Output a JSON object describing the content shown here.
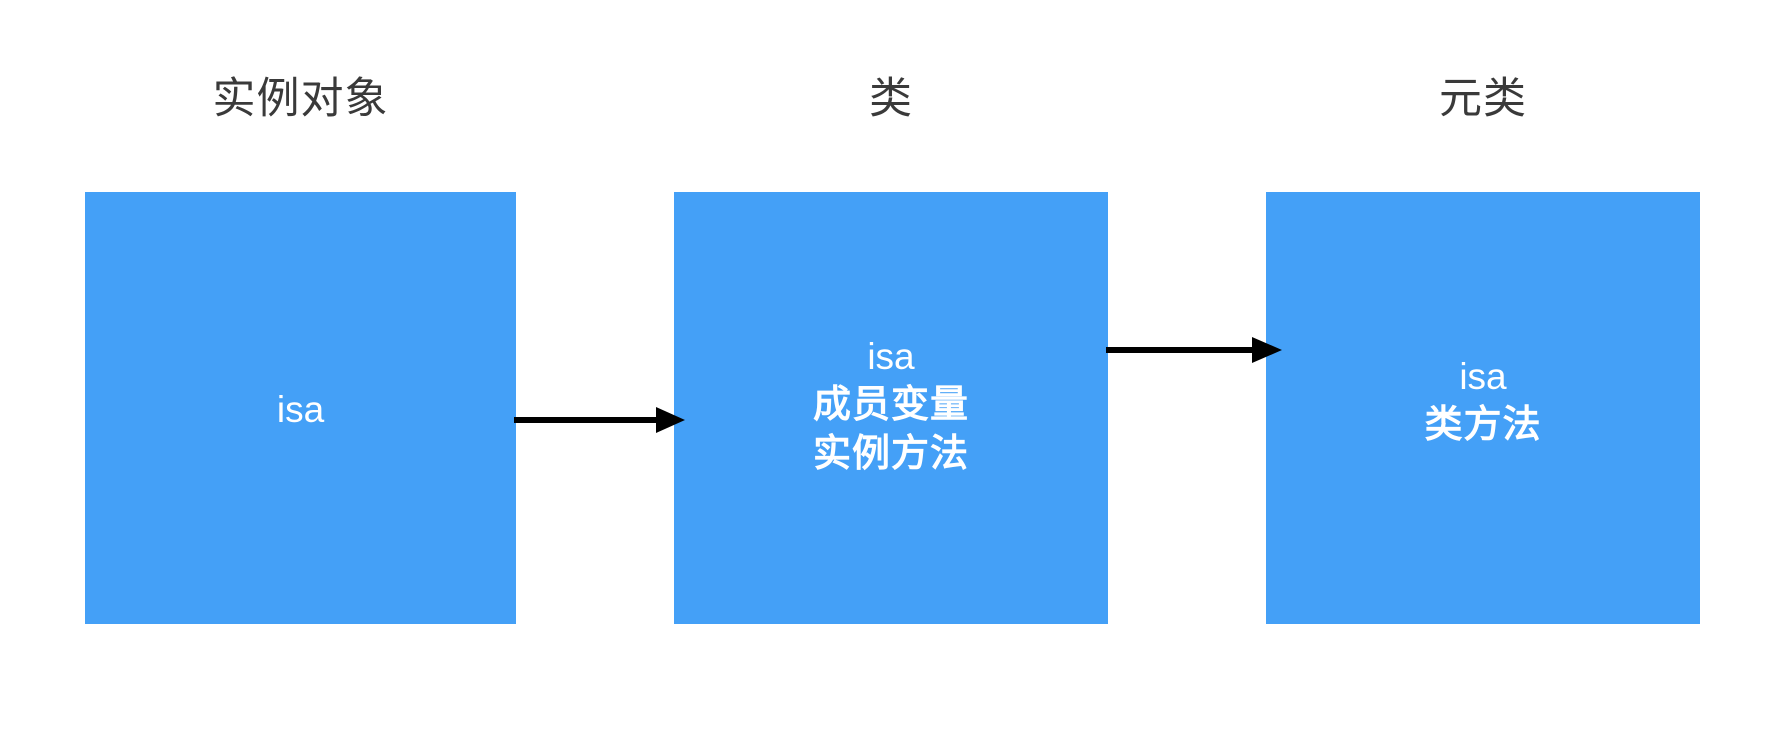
{
  "diagram": {
    "title_font_color": "#3a3a3a",
    "box_color": "#44a0f7",
    "box_text_color": "#ffffff",
    "arrow_color": "#000000",
    "columns": [
      {
        "id": "instance",
        "title": "实例对象",
        "box_lines": [
          "isa"
        ]
      },
      {
        "id": "class",
        "title": "类",
        "box_lines": [
          "isa",
          "成员变量",
          "实例方法"
        ]
      },
      {
        "id": "meta",
        "title": "元类",
        "box_lines": [
          "isa",
          "类方法"
        ]
      }
    ],
    "arrows": [
      {
        "id": "instance-to-class",
        "from": "instance",
        "to": "class",
        "direction": "right"
      },
      {
        "id": "class-to-meta",
        "from": "class",
        "to": "meta",
        "direction": "right"
      }
    ]
  }
}
